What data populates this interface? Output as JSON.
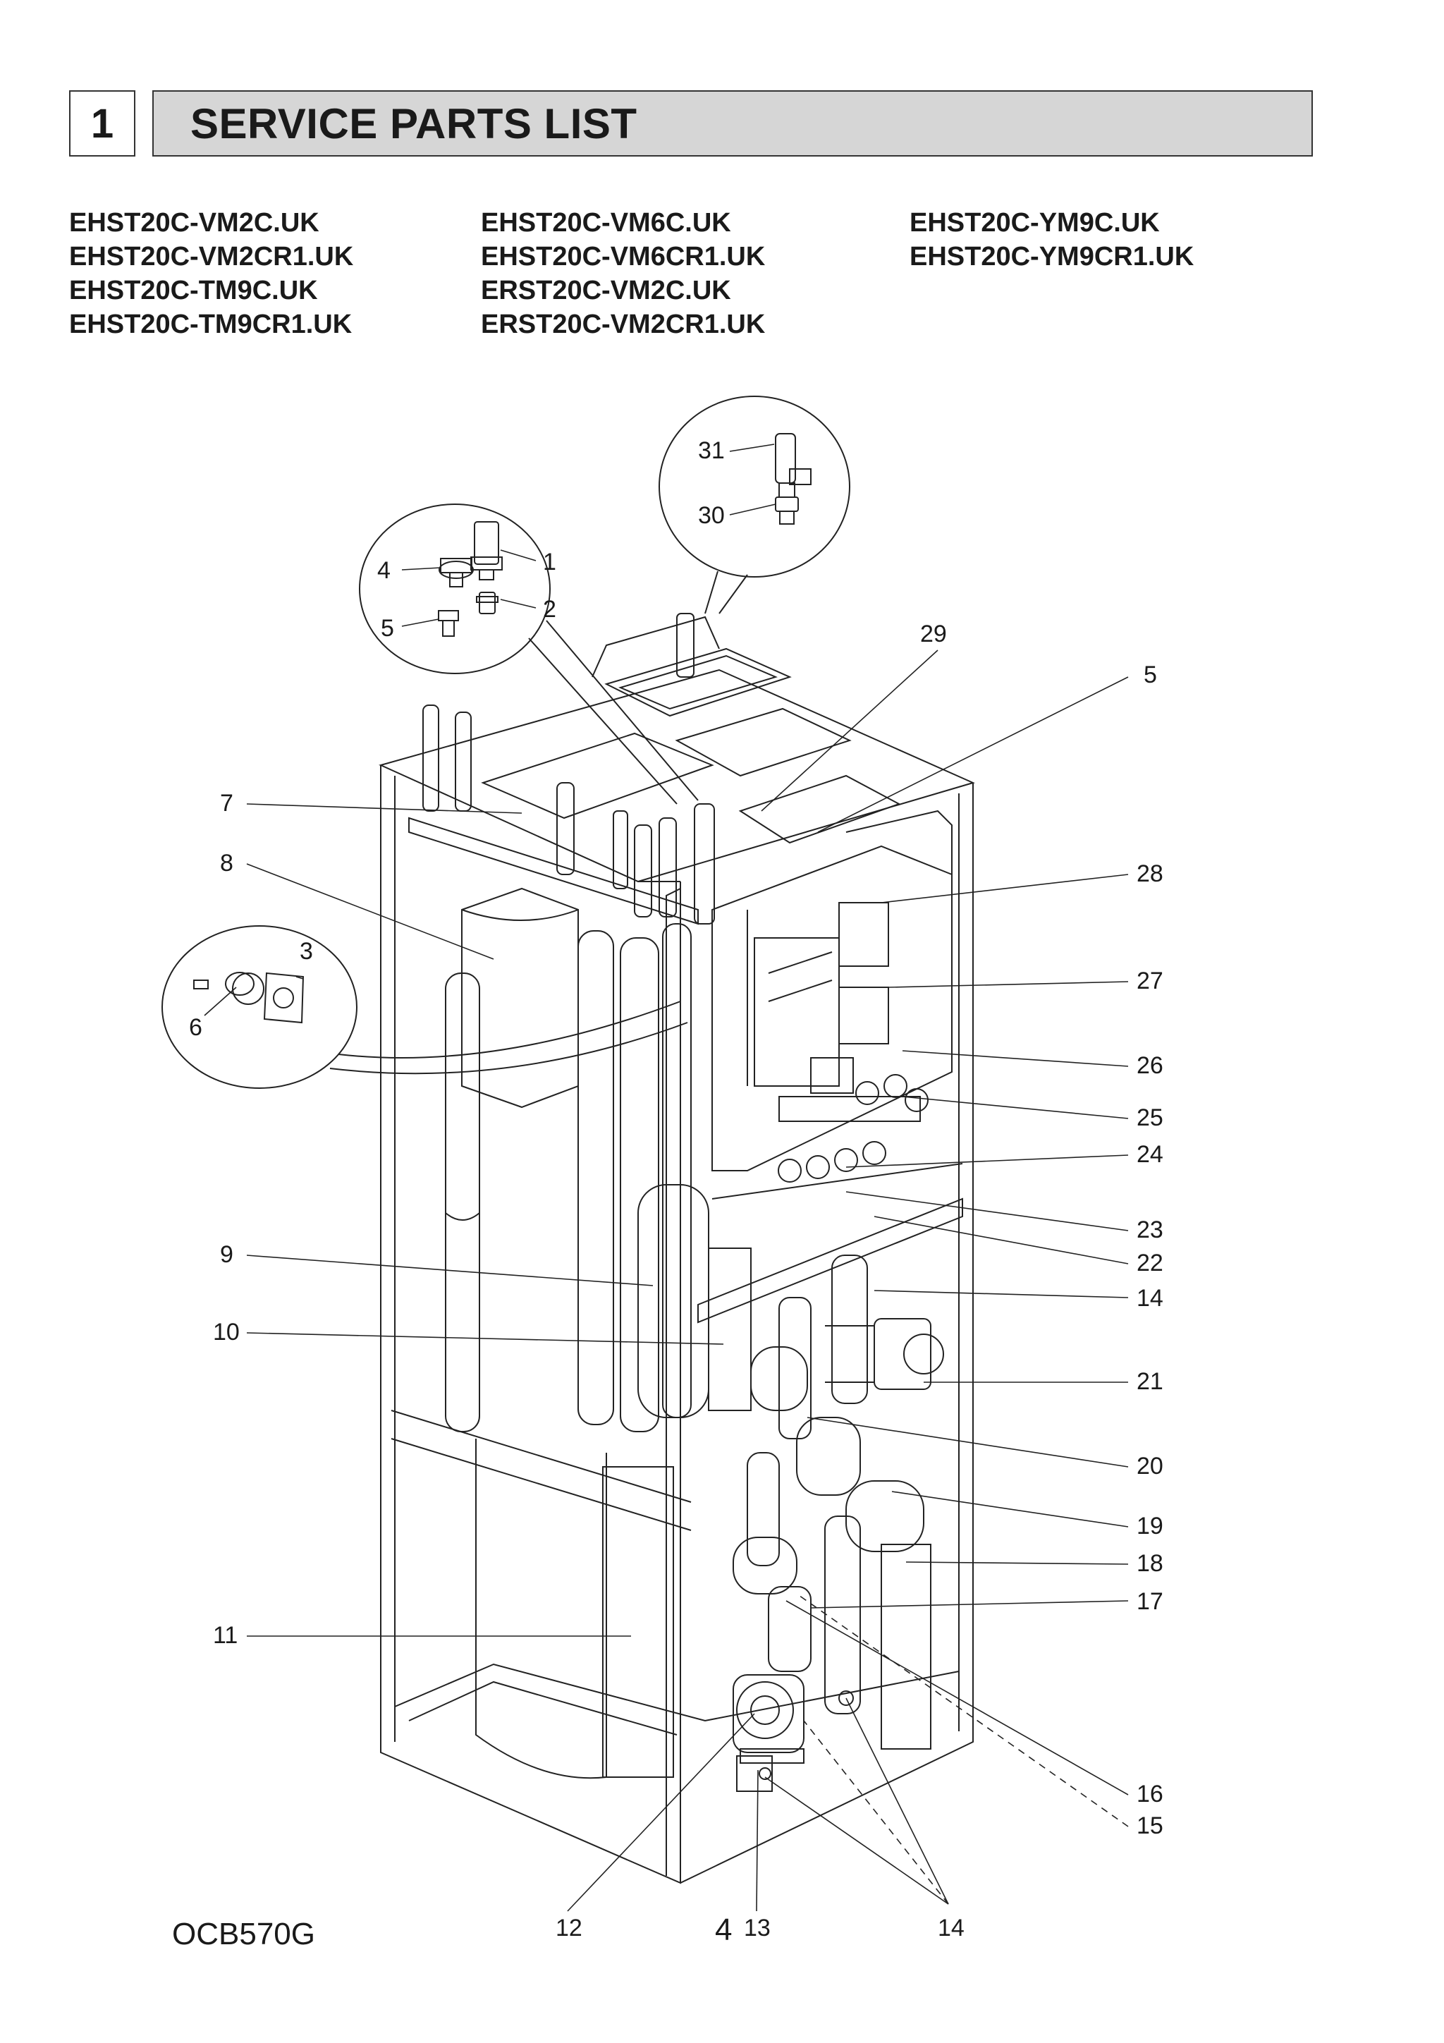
{
  "section": {
    "number": "1",
    "title": "SERVICE PARTS LIST"
  },
  "models": {
    "col1": [
      "EHST20C-VM2C.UK",
      "EHST20C-VM2CR1.UK",
      "EHST20C-TM9C.UK",
      "EHST20C-TM9CR1.UK"
    ],
    "col2": [
      "EHST20C-VM6C.UK",
      "EHST20C-VM6CR1.UK",
      "ERST20C-VM2C.UK",
      "ERST20C-VM2CR1.UK"
    ],
    "col3": [
      "EHST20C-YM9C.UK",
      "EHST20C-YM9CR1.UK"
    ]
  },
  "callouts": {
    "c1": "1",
    "c2": "2",
    "c3": "3",
    "c4": "4",
    "c5a": "5",
    "c5b": "5",
    "c6": "6",
    "c7": "7",
    "c8": "8",
    "c9": "9",
    "c10": "10",
    "c11": "11",
    "c12": "12",
    "c13": "13",
    "c14a": "14",
    "c14b": "14",
    "c15": "15",
    "c16": "16",
    "c17": "17",
    "c18": "18",
    "c19": "19",
    "c20": "20",
    "c21": "21",
    "c22": "22",
    "c23": "23",
    "c24": "24",
    "c25": "25",
    "c26": "26",
    "c27": "27",
    "c28": "28",
    "c29": "29",
    "c30": "30",
    "c31": "31"
  },
  "footer": {
    "code": "OCB570G",
    "page": "4"
  }
}
